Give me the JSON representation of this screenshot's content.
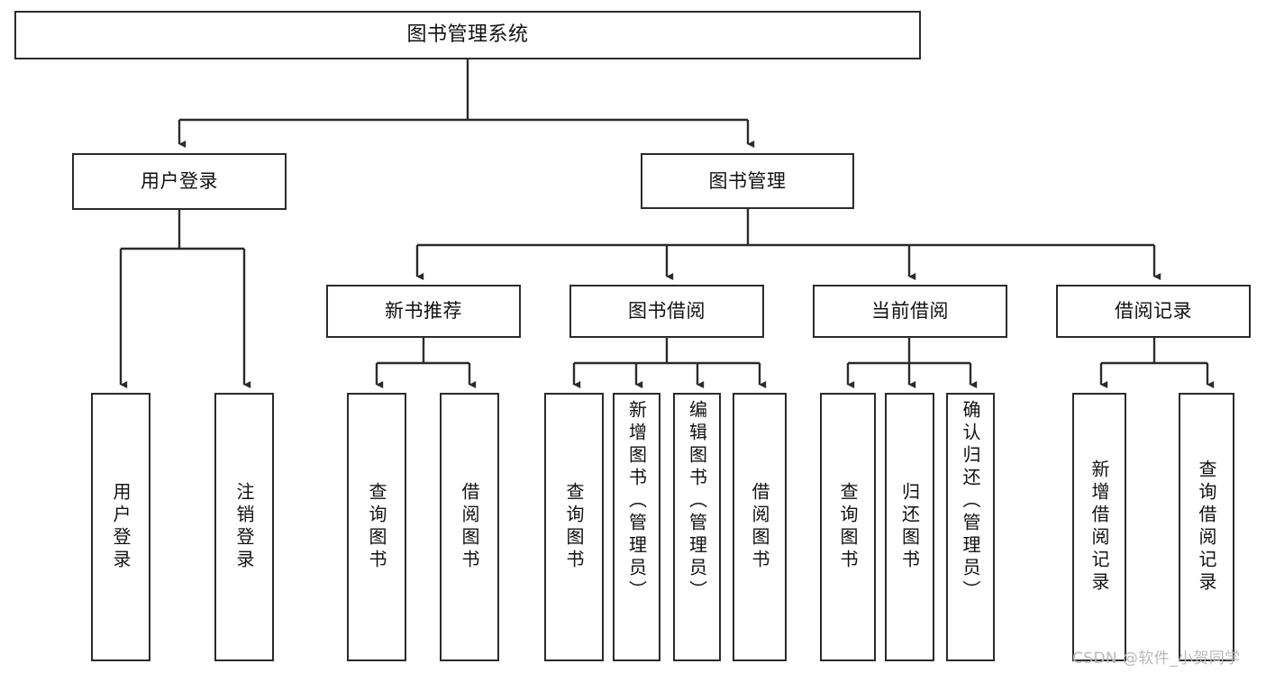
{
  "diagram": {
    "title": "图书管理系统",
    "type": "tree",
    "line_color": "#2b2b2b",
    "box_fill": "#ffffff",
    "text_color": "#111111"
  },
  "nodes": {
    "root": {
      "label": "图书管理系统"
    },
    "level2": [
      {
        "label": "用户登录"
      },
      {
        "label": "图书管理"
      }
    ],
    "level3": [
      {
        "label": "新书推荐"
      },
      {
        "label": "图书借阅"
      },
      {
        "label": "当前借阅"
      },
      {
        "label": "借阅记录"
      }
    ],
    "leaves": {
      "user_login": [
        {
          "label": "用户登录"
        },
        {
          "label": "注销登录"
        }
      ],
      "new_book_recommend": [
        {
          "label": "查询图书"
        },
        {
          "label": "借阅图书"
        }
      ],
      "book_borrow": [
        {
          "label": "查询图书"
        },
        {
          "label": "新增图书（管理员）"
        },
        {
          "label": "编辑图书（管理员）"
        },
        {
          "label": "借阅图书"
        }
      ],
      "current_borrow": [
        {
          "label": "查询图书"
        },
        {
          "label": "归还图书"
        },
        {
          "label": "确认归还（管理员）"
        }
      ],
      "borrow_record": [
        {
          "label": "新增借阅记录"
        },
        {
          "label": "查询借阅记录"
        }
      ]
    }
  },
  "watermark": {
    "text": "CSDN @软件_小贺同学",
    "color": "#b9b9b9"
  }
}
